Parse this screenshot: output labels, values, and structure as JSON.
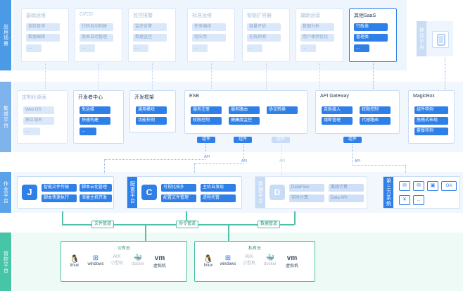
{
  "rows": {
    "app": "应用场景",
    "integration": "集成平台",
    "job": "作业平台",
    "control": "管控平台",
    "mobile": "移动平台"
  },
  "apps": [
    {
      "title": "基础运维",
      "items": [
        "巡检查询",
        "数据编辑",
        "..."
      ]
    },
    {
      "title": "CI/CD",
      "items": [
        "代码自动构建",
        "版本自动管理",
        "..."
      ]
    },
    {
      "title": "监控报警",
      "items": [
        "监控告警",
        "数据监控",
        "..."
      ]
    },
    {
      "title": "标准运维",
      "items": [
        "任务编排",
        "轻应用",
        "..."
      ]
    },
    {
      "title": "智能扩容器",
      "items": [
        "容量评估",
        "在线预测",
        "..."
      ]
    },
    {
      "title": "辅助运营",
      "items": [
        "数据分析",
        "用户体验优化",
        "..."
      ]
    },
    {
      "title": "其他SaaS",
      "items": [
        "行政类",
        "管理类",
        "..."
      ]
    }
  ],
  "integration": {
    "custom": {
      "title": "定制化桌面",
      "items": [
        "Web OS",
        "独立域名",
        "..."
      ]
    },
    "devcenter": {
      "title": "开发者中心",
      "items": [
        "免运维",
        "快速构建",
        "..."
      ]
    },
    "framework": {
      "title": "开发框架",
      "items": [
        "通用模块",
        "功能样例"
      ]
    },
    "esb": {
      "title": "ESB",
      "items": [
        "服务注册",
        "服务路由",
        "协议转换",
        "权限控制",
        "健康度监控"
      ]
    },
    "gateway": {
      "title": "API Gateway",
      "items": [
        "自助接入",
        "权限控制",
        "熔断管理",
        "代理路由"
      ]
    },
    "magicbox": {
      "title": "MagicBox",
      "items": [
        "组件样例",
        "拖拽式布局",
        "套餐样例"
      ]
    }
  },
  "components": [
    "组件",
    "组件",
    "组件",
    "组件"
  ],
  "api_labels": [
    "API",
    "API",
    "API",
    "API"
  ],
  "job": {
    "job_items": [
      "智能文件传输",
      "脚本云化管理",
      "脚本快速执行",
      "海量主机开发"
    ],
    "config_label": "配置平台",
    "config_items": [
      "可视化拓扑",
      "主机自发现",
      "配置文件管理",
      "进程托管"
    ],
    "data_label": "数据平台",
    "data_items": [
      "DataFlow",
      "离线计算",
      "实时计算",
      "Data API"
    ],
    "third_label": "第三方系统",
    "third_items": [
      "OA",
      "..."
    ]
  },
  "channels": [
    "文件管道",
    "命令管道",
    "数据管道"
  ],
  "clouds": {
    "public": "公有云",
    "private": "私有云",
    "os": [
      "linux",
      "windows",
      "AIX",
      "docker",
      "vm"
    ],
    "os_sub": [
      "",
      "",
      "小型机",
      "",
      "虚拟机"
    ]
  }
}
